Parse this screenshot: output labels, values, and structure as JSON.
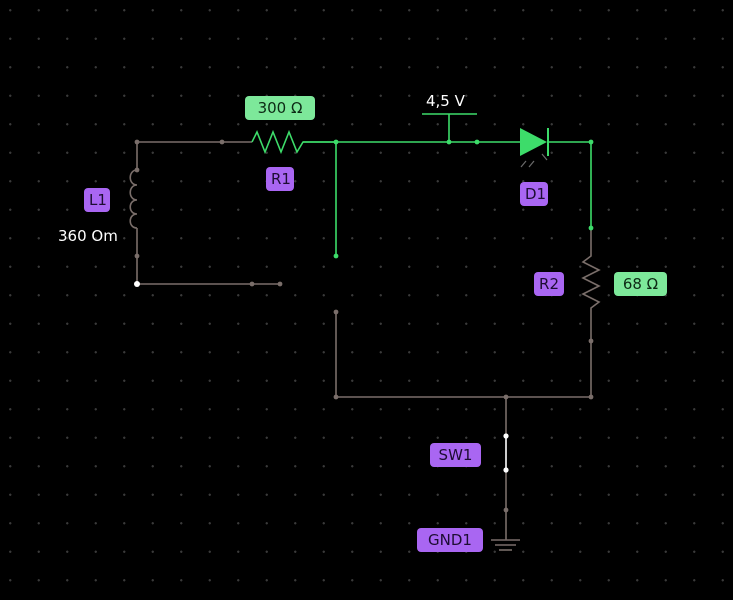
{
  "colors": {
    "background": "#000000",
    "inactive_wire": "#7a6e6a",
    "active_wire": "#3ddc6a",
    "name_label": "#a966f2",
    "value_label": "#7de89a"
  },
  "components": {
    "r1": {
      "name": "R1",
      "value": "300 Ω"
    },
    "r2": {
      "name": "R2",
      "value": "68 Ω"
    },
    "l1": {
      "name": "L1",
      "value": "360 Om"
    },
    "d1": {
      "name": "D1"
    },
    "sw1": {
      "name": "SW1"
    },
    "gnd1": {
      "name": "GND1"
    },
    "source": {
      "value": "4,5 V"
    }
  }
}
